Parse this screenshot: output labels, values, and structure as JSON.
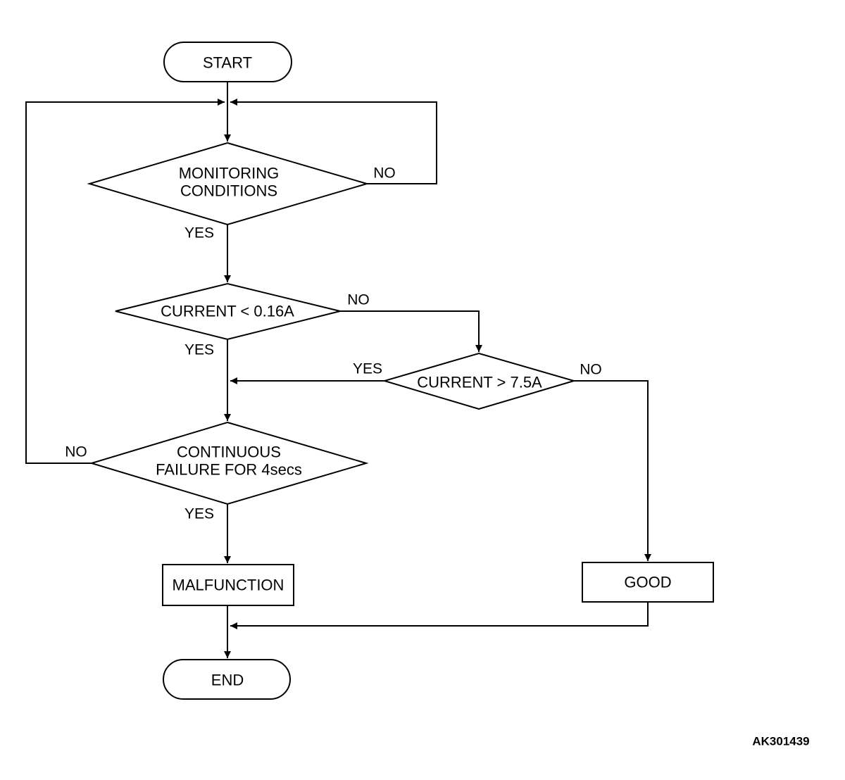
{
  "nodes": {
    "start": "START",
    "monitoring_line1": "MONITORING",
    "monitoring_line2": "CONDITIONS",
    "current_low": "CURRENT < 0.16A",
    "current_high": "CURRENT > 7.5A",
    "continuous_line1": "CONTINUOUS",
    "continuous_line2": "FAILURE FOR 4secs",
    "malfunction": "MALFUNCTION",
    "good": "GOOD",
    "end": "END"
  },
  "labels": {
    "monitoring_no": "NO",
    "monitoring_yes": "YES",
    "current_low_no": "NO",
    "current_low_yes": "YES",
    "current_high_yes": "YES",
    "current_high_no": "NO",
    "continuous_no": "NO",
    "continuous_yes": "YES"
  },
  "reference_code": "AK301439"
}
